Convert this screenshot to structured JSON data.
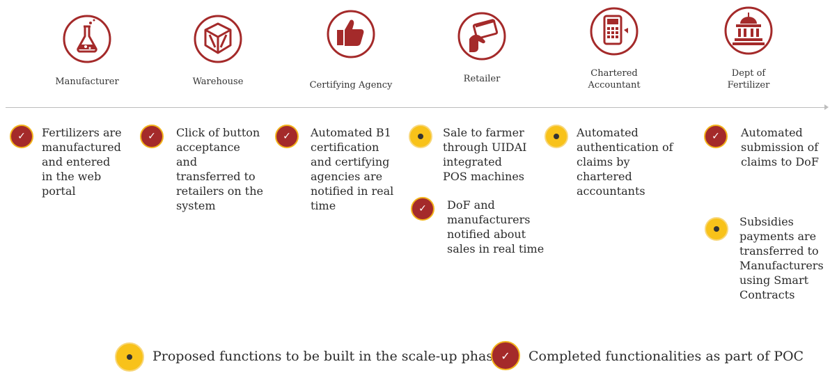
{
  "actors": [
    {
      "id": "manufacturer",
      "label": "Manufacturer",
      "icon": "flask-icon"
    },
    {
      "id": "warehouse",
      "label": "Warehouse",
      "icon": "box-icon"
    },
    {
      "id": "certifying-agency",
      "label": "Certifying Agency",
      "icon": "thumbs-up-icon"
    },
    {
      "id": "retailer",
      "label": "Retailer",
      "icon": "card-payment-icon"
    },
    {
      "id": "chartered-accountant",
      "label": "Chartered Accountant",
      "icon": "calculator-icon"
    },
    {
      "id": "dept-of-fertilizer",
      "label": "Dept of Fertilizer",
      "icon": "government-building-icon"
    }
  ],
  "items": {
    "manufacturer_1": "Fertilizers are manufactured and entered in the web portal",
    "warehouse_1": "Click of button acceptance and transferred to retailers on the system",
    "certifying_1": "Automated B1 certification and certifying agencies are notified in real time",
    "retailer_1": "Sale to farmer through UIDAI integrated POS machines",
    "retailer_2": "DoF and manufacturers notified about sales in real time",
    "accountant_1": "Automated authentication of claims by chartered accountants",
    "dof_1": "Automated submission of claims to DoF",
    "dof_2": "Subsidies payments are transferred to Manufacturers using Smart Contracts"
  },
  "legend": {
    "proposed": "Proposed functions to be built in the scale-up phase",
    "completed": "Completed functionalities as part of POC"
  },
  "colors": {
    "completed_fill": "#a42a2a",
    "completed_ring": "#f2b31b",
    "proposed_fill": "#f8c21a",
    "icon_stroke": "#a42a2a",
    "timeline": "#bdbdbd"
  },
  "check_glyph": "✓"
}
